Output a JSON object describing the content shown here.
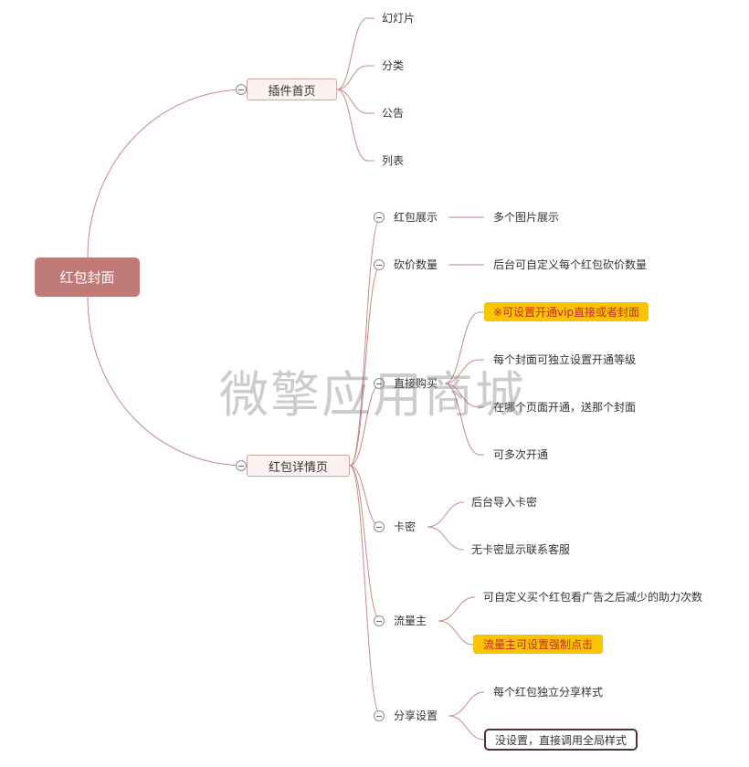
{
  "root": {
    "label": "红包封面"
  },
  "branches": {
    "homepage": {
      "label": "插件首页",
      "children": [
        "幻灯片",
        "分类",
        "公告",
        "列表"
      ]
    },
    "detail": {
      "label": "红包详情页",
      "groups": {
        "display": {
          "label": "红包展示",
          "items": [
            "多个图片展示"
          ]
        },
        "bargain": {
          "label": "砍价数量",
          "items": [
            "后台可自定义每个红包砍价数量"
          ]
        },
        "buy": {
          "label": "直接购买",
          "items": [
            "※可设置开通vip直接或者封面",
            "每个封面可独立设置开通等级",
            "在哪个页面开通，送那个封面",
            "可多次开通"
          ]
        },
        "card": {
          "label": "卡密",
          "items": [
            "后台导入卡密",
            "无卡密显示联系客服"
          ]
        },
        "traffic": {
          "label": "流量主",
          "items": [
            "可自定义买个红包看广告之后减少的助力次数",
            "流量主可设置强制点击"
          ]
        },
        "share": {
          "label": "分享设置",
          "items": [
            "每个红包独立分享样式",
            "没设置，直接调用全局样式"
          ]
        }
      }
    }
  },
  "watermark": "微擎应用商城",
  "colors": {
    "root_bg": "#c07a77",
    "connector": "#c48a87",
    "highlight_bg": "#f9c400",
    "highlight_text": "#c62828"
  }
}
